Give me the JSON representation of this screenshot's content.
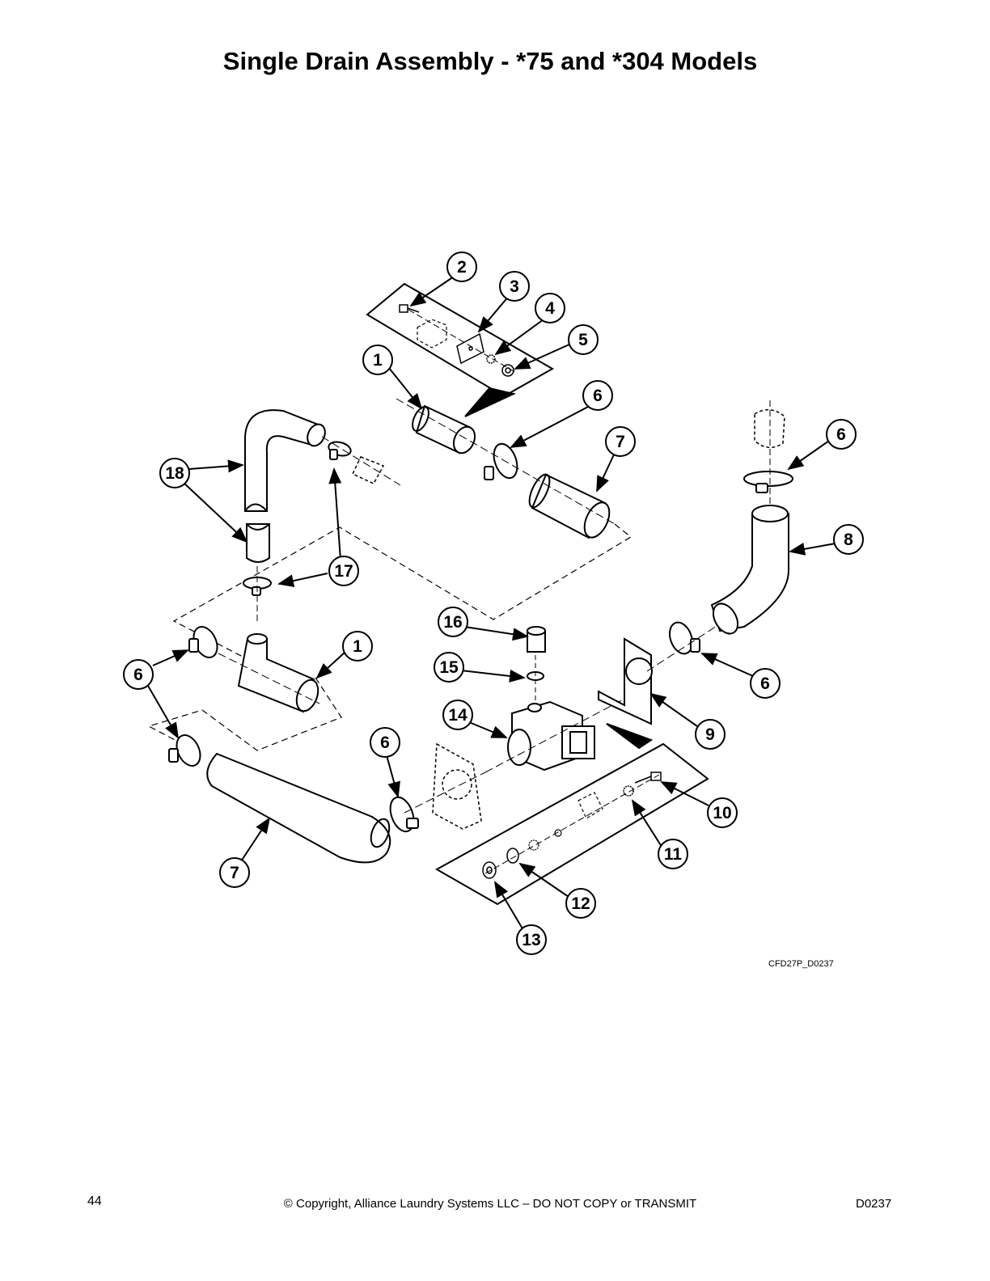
{
  "title": "Single Drain Assembly - *75 and *304 Models",
  "drawing_code": "CFD27P_D0237",
  "footer": {
    "page_number": "44",
    "copyright": "© Copyright, Alliance Laundry Systems LLC – DO NOT COPY or TRANSMIT",
    "document_code": "D0237"
  },
  "callouts": [
    {
      "id": "callout-2-top",
      "label": "2"
    },
    {
      "id": "callout-3-top",
      "label": "3"
    },
    {
      "id": "callout-4-top",
      "label": "4"
    },
    {
      "id": "callout-5-top",
      "label": "5"
    },
    {
      "id": "callout-1-upper",
      "label": "1"
    },
    {
      "id": "callout-6-upper",
      "label": "6"
    },
    {
      "id": "callout-7-upper",
      "label": "7"
    },
    {
      "id": "callout-6-right-top",
      "label": "6"
    },
    {
      "id": "callout-8",
      "label": "8"
    },
    {
      "id": "callout-18",
      "label": "18"
    },
    {
      "id": "callout-17",
      "label": "17"
    },
    {
      "id": "callout-16",
      "label": "16"
    },
    {
      "id": "callout-1-lower",
      "label": "1"
    },
    {
      "id": "callout-6-left-upper",
      "label": "6"
    },
    {
      "id": "callout-15",
      "label": "15"
    },
    {
      "id": "callout-6-right-mid",
      "label": "6"
    },
    {
      "id": "callout-14",
      "label": "14"
    },
    {
      "id": "callout-9",
      "label": "9"
    },
    {
      "id": "callout-6-mid",
      "label": "6"
    },
    {
      "id": "callout-10",
      "label": "10"
    },
    {
      "id": "callout-11",
      "label": "11"
    },
    {
      "id": "callout-7-lower",
      "label": "7"
    },
    {
      "id": "callout-12",
      "label": "12"
    },
    {
      "id": "callout-13",
      "label": "13"
    }
  ]
}
